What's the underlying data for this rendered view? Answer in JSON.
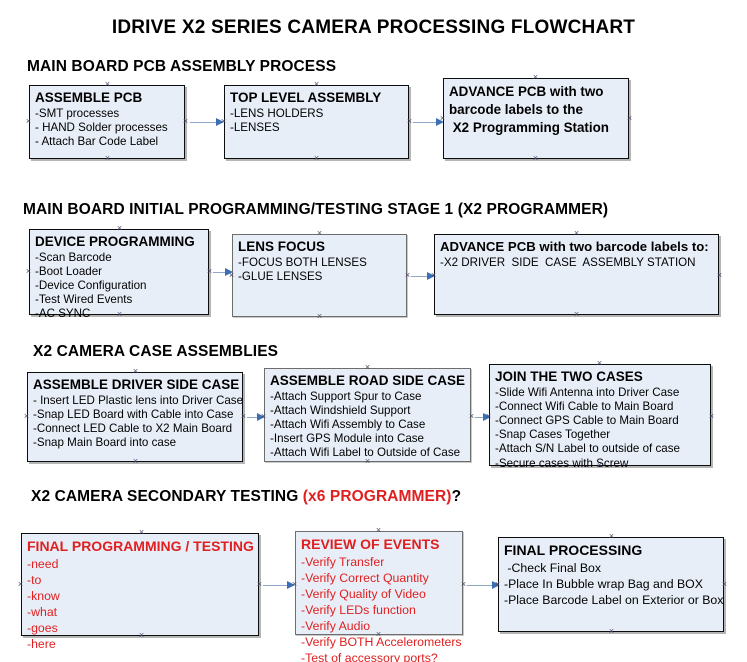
{
  "document": {
    "title": "IDRIVE X2  SERIES CAMERA PROCESSING FLOWCHART"
  },
  "sections": [
    {
      "id": "main-board-pcb-assembly",
      "heading": "MAIN BOARD PCB ASSEMBLY PROCESS",
      "heading_accent": "",
      "heading_suffix": "",
      "nodes": [
        {
          "id": "assemble-pcb",
          "title": "ASSEMBLE PCB",
          "lines": [
            "-SMT processes",
            "- HAND Solder processes",
            "- Attach Bar Code Label"
          ]
        },
        {
          "id": "top-level-assembly",
          "title": "TOP LEVEL ASSEMBLY",
          "lines": [
            "-LENS HOLDERS",
            "-LENSES"
          ]
        },
        {
          "id": "advance-pcb-to-programming-station",
          "title": "ADVANCE PCB with two\nbarcode labels to the\n X2 Programming Station",
          "lines": []
        }
      ]
    },
    {
      "id": "main-board-initial-programming",
      "heading": "MAIN BOARD INITIAL PROGRAMMING/TESTING STAGE 1 (X2 PROGRAMMER)",
      "heading_accent": "",
      "heading_suffix": "",
      "nodes": [
        {
          "id": "device-programming",
          "title": "DEVICE PROGRAMMING",
          "lines": [
            "-Scan Barcode",
            "-Boot Loader",
            "-Device Configuration",
            "-Test Wired Events",
            "-AC SYNC"
          ]
        },
        {
          "id": "lens-focus",
          "title": "LENS FOCUS",
          "lines": [
            "-FOCUS BOTH LENSES",
            "-GLUE LENSES"
          ]
        },
        {
          "id": "advance-pcb-to-driver-side-case",
          "title": "ADVANCE PCB with two barcode labels to:",
          "lines": [
            "-X2 DRIVER  SIDE  CASE  ASSEMBLY STATION"
          ]
        }
      ]
    },
    {
      "id": "x2-camera-case-assemblies",
      "heading": "X2 CAMERA CASE ASSEMBLIES",
      "heading_accent": "",
      "heading_suffix": "",
      "nodes": [
        {
          "id": "assemble-driver-side-case",
          "title": "ASSEMBLE DRIVER SIDE CASE",
          "lines": [
            "- Insert LED Plastic lens into Driver Case",
            "-Snap LED Board with Cable into Case",
            "-Connect LED Cable to X2 Main Board",
            "-Snap Main Board into case"
          ]
        },
        {
          "id": "assemble-road-side-case",
          "title": "ASSEMBLE ROAD SIDE CASE",
          "lines": [
            "-Attach Support Spur to Case",
            "-Attach Windshield Support",
            "-Attach Wifi Assembly to Case",
            "-Insert GPS Module into Case",
            "-Attach Wifi Label to Outside of Case"
          ]
        },
        {
          "id": "join-the-two-cases",
          "title": "JOIN THE TWO CASES",
          "lines": [
            "-Slide Wifi Antenna into Driver Case",
            "-Connect Wifi Cable to Main Board",
            "-Connect GPS Cable to Main Board",
            "-Snap Cases Together",
            "-Attach S/N Label to outside of case",
            "-Secure cases with Screw"
          ]
        }
      ]
    },
    {
      "id": "x2-camera-secondary-testing",
      "heading": "X2 CAMERA SECONDARY TESTING ",
      "heading_accent": "(x6 PROGRAMMER)",
      "heading_suffix": "?",
      "nodes": [
        {
          "id": "final-programming-testing",
          "title": "FINAL PROGRAMMING / TESTING",
          "lines": [
            "-need",
            "-to",
            "-know",
            "-what",
            "-goes",
            "-here"
          ]
        },
        {
          "id": "review-of-events",
          "title": "REVIEW OF EVENTS",
          "lines": [
            "-Verify Transfer",
            "-Verify Correct Quantity",
            "-Verify Quality of Video",
            "-Verify LEDs function",
            "-Verify Audio",
            "-Verify BOTH Accelerometers",
            "-Test of accessory ports?"
          ]
        },
        {
          "id": "final-processing",
          "title": "FINAL PROCESSING",
          "lines": [
            " -Check Final Box",
            "-Place In Bubble wrap Bag and BOX",
            "-Place Barcode Label on Exterior or Box"
          ]
        }
      ]
    }
  ],
  "colors": {
    "node_fill": "#e8eef8",
    "node_border": "#0d0d0d",
    "connector": "#8fa8c8",
    "arrowhead": "#3a6fb5",
    "accent_red": "#e02020",
    "text": "#000000"
  }
}
